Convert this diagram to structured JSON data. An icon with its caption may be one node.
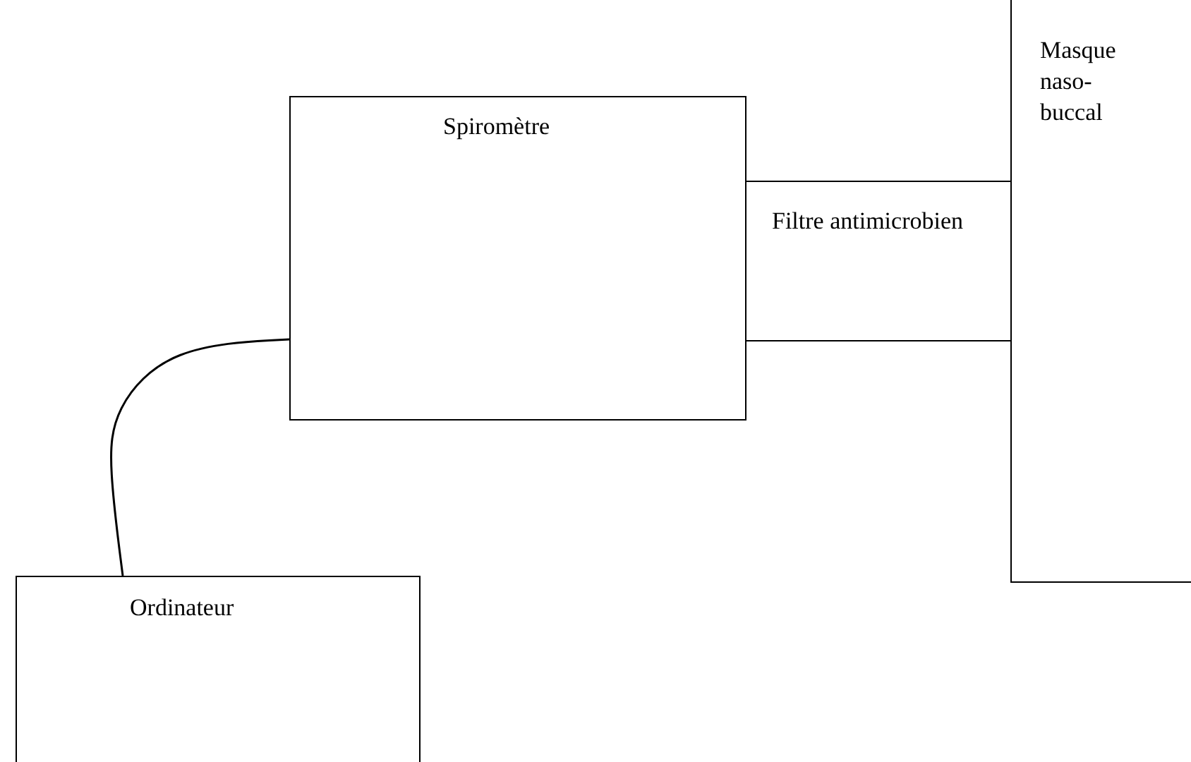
{
  "diagram": {
    "nodes": [
      {
        "text": [
          "Spiromètre"
        ]
      },
      {
        "text": [
          "Masque naso-buccal"
        ]
      },
      {
        "text": [
          "Filtre antimicrobien"
        ]
      },
      {
        "text": [
          "Ordinateur"
        ]
      }
    ],
    "edges": [
      {
        "from": 0,
        "to": 3,
        "arrow": "none"
      }
    ]
  }
}
